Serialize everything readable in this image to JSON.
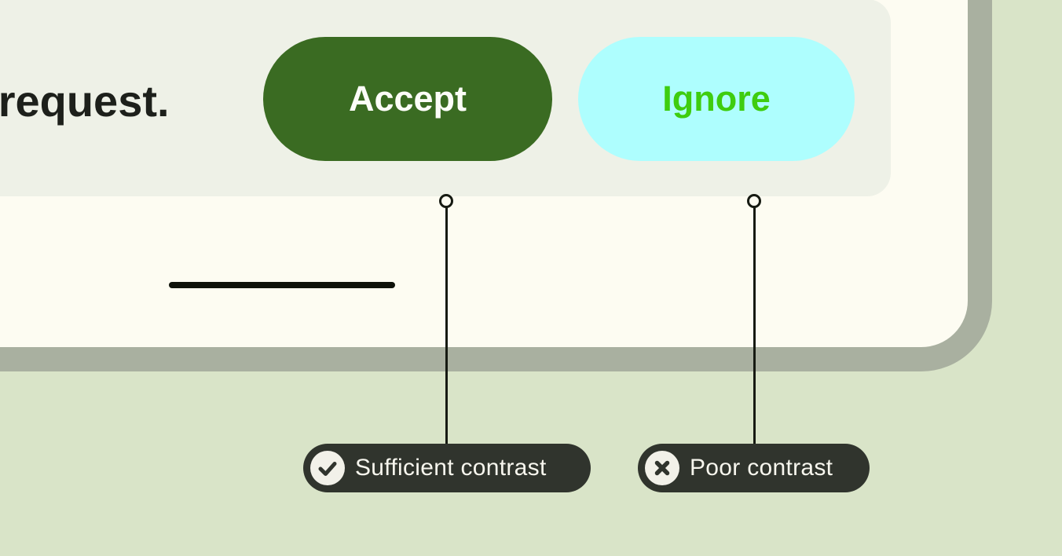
{
  "scene": {
    "description": "Accessibility illustration comparing button label contrast on a device mockup",
    "background_color": "#d9e4c8"
  },
  "device_card": {
    "surface_color": "#fdfcf2",
    "frame_color": "#a9b0a0",
    "panel_color": "#eef1e7",
    "home_indicator_color": "#0e120a"
  },
  "message_panel": {
    "message_text": "a request.",
    "message_text_color": "#1d201b",
    "buttons": [
      {
        "label": "Accept",
        "background": "#3a6b22",
        "text_color": "#fcfdf8"
      },
      {
        "label": "Ignore",
        "background": "#aefefe",
        "text_color": "#3ecd0f"
      }
    ]
  },
  "annotations": {
    "pill_background": "#30342d",
    "pill_text_color": "#f7f6ee",
    "connector_color": "#161a12",
    "icon_circle_color": "#f2f1e9",
    "items": [
      {
        "icon": "check-circle",
        "label": "Sufficient contrast"
      },
      {
        "icon": "x-circle",
        "label": "Poor contrast"
      }
    ]
  }
}
